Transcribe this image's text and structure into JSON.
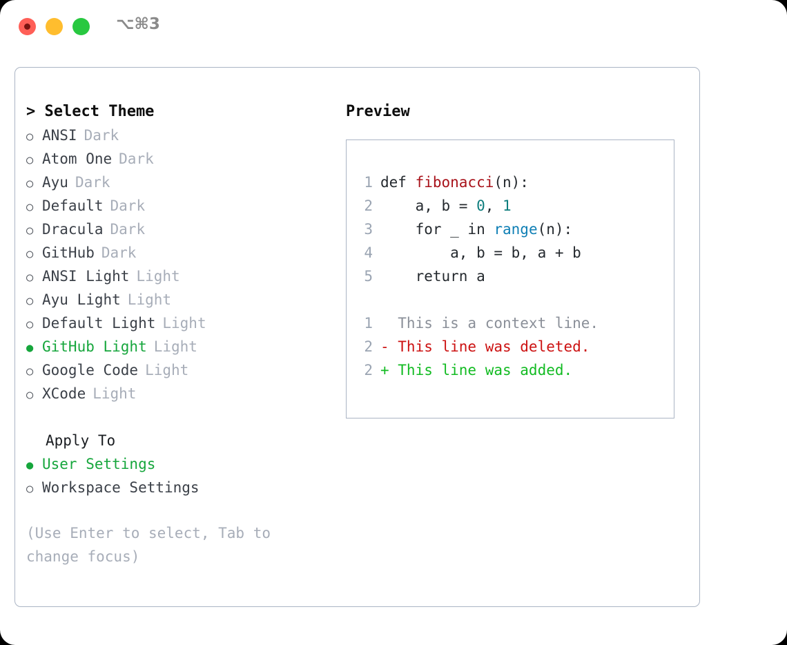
{
  "titlebar": {
    "shortcut": "⌥⌘3",
    "lights": [
      {
        "name": "close",
        "color": "#ff5f57"
      },
      {
        "name": "minimize",
        "color": "#ffbd2e"
      },
      {
        "name": "maximize",
        "color": "#28c840"
      }
    ]
  },
  "theme_picker": {
    "heading": "> Select Theme",
    "items": [
      {
        "bullet": "○",
        "label": "ANSI",
        "tag": "Dark",
        "selected": false
      },
      {
        "bullet": "○",
        "label": "Atom One",
        "tag": "Dark",
        "selected": false
      },
      {
        "bullet": "○",
        "label": "Ayu",
        "tag": "Dark",
        "selected": false
      },
      {
        "bullet": "○",
        "label": "Default",
        "tag": "Dark",
        "selected": false
      },
      {
        "bullet": "○",
        "label": "Dracula",
        "tag": "Dark",
        "selected": false
      },
      {
        "bullet": "○",
        "label": "GitHub",
        "tag": "Dark",
        "selected": false
      },
      {
        "bullet": "○",
        "label": "ANSI Light",
        "tag": "Light",
        "selected": false
      },
      {
        "bullet": "○",
        "label": "Ayu Light",
        "tag": "Light",
        "selected": false
      },
      {
        "bullet": "○",
        "label": "Default Light",
        "tag": "Light",
        "selected": false
      },
      {
        "bullet": "●",
        "label": "GitHub Light",
        "tag": "Light",
        "selected": true
      },
      {
        "bullet": "○",
        "label": "Google Code",
        "tag": "Light",
        "selected": false
      },
      {
        "bullet": "○",
        "label": "XCode",
        "tag": "Light",
        "selected": false
      }
    ]
  },
  "apply_to": {
    "heading": "Apply To",
    "items": [
      {
        "bullet": "●",
        "label": "User Settings",
        "selected": true
      },
      {
        "bullet": "○",
        "label": "Workspace Settings",
        "selected": false
      }
    ]
  },
  "hint": "(Use Enter to select, Tab to change focus)",
  "preview": {
    "title": "Preview",
    "code_lines": [
      {
        "no": "1",
        "parts": [
          {
            "t": "def ",
            "c": "plain"
          },
          {
            "t": "fibonacci",
            "c": "fn"
          },
          {
            "t": "(n):",
            "c": "plain"
          }
        ]
      },
      {
        "no": "2",
        "parts": [
          {
            "t": "    a, b = ",
            "c": "plain"
          },
          {
            "t": "0",
            "c": "num"
          },
          {
            "t": ", ",
            "c": "plain"
          },
          {
            "t": "1",
            "c": "num"
          }
        ]
      },
      {
        "no": "3",
        "parts": [
          {
            "t": "    for _ in ",
            "c": "plain"
          },
          {
            "t": "range",
            "c": "call"
          },
          {
            "t": "(n):",
            "c": "plain"
          }
        ]
      },
      {
        "no": "4",
        "parts": [
          {
            "t": "        a, b = b, a + b",
            "c": "plain"
          }
        ]
      },
      {
        "no": "5",
        "parts": [
          {
            "t": "    return a",
            "c": "plain"
          }
        ]
      }
    ],
    "diff_lines": [
      {
        "no": "1",
        "marker": " ",
        "text": "  This is a context line.",
        "kind": "ctx"
      },
      {
        "no": "2",
        "marker": "-",
        "text": "- This line was deleted.",
        "kind": "del"
      },
      {
        "no": "2",
        "marker": "+",
        "text": "+ This line was added.",
        "kind": "add"
      }
    ]
  },
  "colors": {
    "accent_green": "#16a63c",
    "diff_add": "#12bb22",
    "diff_del": "#cc1111",
    "token_function": "#a8121a",
    "token_number": "#0d7d7d",
    "token_call": "#0f7fb5",
    "muted": "#a7adb8",
    "border": "#aab4c4"
  }
}
